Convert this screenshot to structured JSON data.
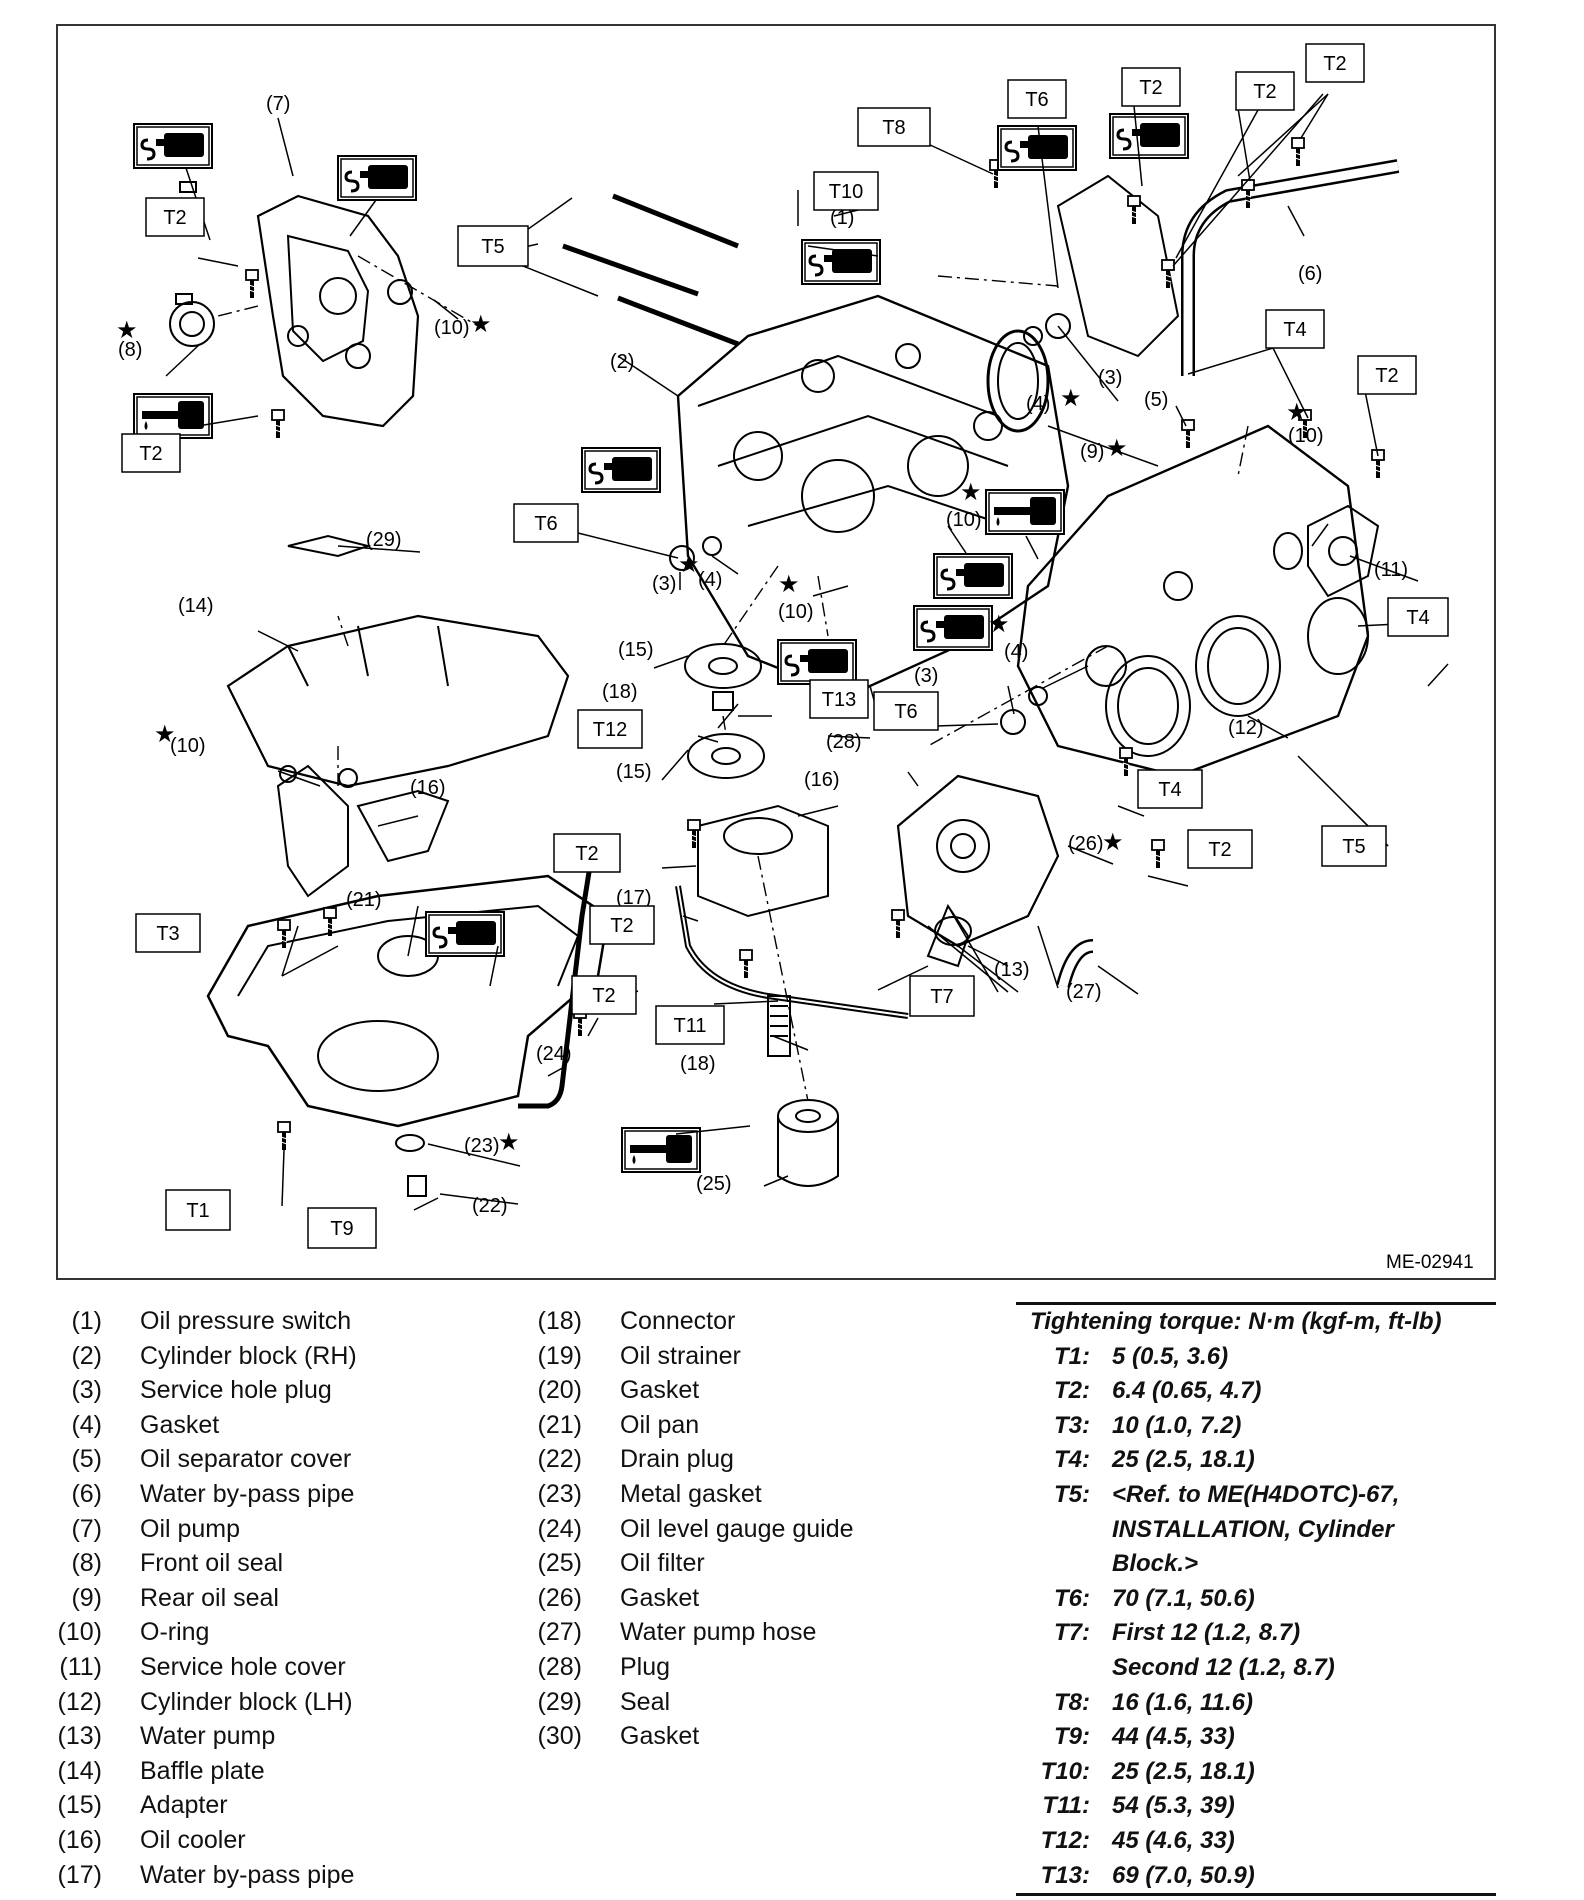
{
  "diagram": {
    "figure_id": "ME-02941",
    "callouts": {
      "p1": "(1)",
      "p2": "(2)",
      "p3a": "(3)",
      "p3b": "(3)",
      "p3c": "(3)",
      "p4a": "(4)",
      "p4b": "(4)",
      "p4c": "(4)",
      "p5": "(5)",
      "p6": "(6)",
      "p7": "(7)",
      "p8": "(8)",
      "p9": "(9)",
      "p10a": "(10)",
      "p10b": "(10)",
      "p10c": "(10)",
      "p10d": "(10)",
      "p10e": "(10)",
      "p11": "(11)",
      "p12": "(12)",
      "p13": "(13)",
      "p14": "(14)",
      "p15a": "(15)",
      "p15b": "(15)",
      "p16a": "(16)",
      "p16b": "(16)",
      "p17": "(17)",
      "p18a": "(18)",
      "p18b": "(18)",
      "p21": "(21)",
      "p22": "(22)",
      "p23": "(23)",
      "p24": "(24)",
      "p25": "(25)",
      "p26": "(26)",
      "p27": "(27)",
      "p28": "(28)",
      "p29": "(29)"
    },
    "torque_boxes": {
      "t1": "T1",
      "t2a": "T2",
      "t2b": "T2",
      "t2c": "T2",
      "t2d": "T2",
      "t2e": "T2",
      "t2f": "T2",
      "t2g": "T2",
      "t2h": "T2",
      "t2i": "T2",
      "t2j": "T2",
      "t3": "T3",
      "t4a": "T4",
      "t4b": "T4",
      "t4c": "T4",
      "t5a": "T5",
      "t5b": "T5",
      "t6a": "T6",
      "t6b": "T6",
      "t6c": "T6",
      "t7": "T7",
      "t8": "T8",
      "t9": "T9",
      "t10": "T10",
      "t11": "T11",
      "t12": "T12",
      "t13": "T13"
    },
    "star": "★"
  },
  "legend": [
    {
      "num": "(1)",
      "name": "Oil pressure switch"
    },
    {
      "num": "(2)",
      "name": "Cylinder block (RH)"
    },
    {
      "num": "(3)",
      "name": "Service hole plug"
    },
    {
      "num": "(4)",
      "name": "Gasket"
    },
    {
      "num": "(5)",
      "name": "Oil separator cover"
    },
    {
      "num": "(6)",
      "name": "Water by-pass pipe"
    },
    {
      "num": "(7)",
      "name": "Oil pump"
    },
    {
      "num": "(8)",
      "name": "Front oil seal"
    },
    {
      "num": "(9)",
      "name": "Rear oil seal"
    },
    {
      "num": "(10)",
      "name": "O-ring"
    },
    {
      "num": "(11)",
      "name": "Service hole cover"
    },
    {
      "num": "(12)",
      "name": "Cylinder block (LH)"
    },
    {
      "num": "(13)",
      "name": "Water pump"
    },
    {
      "num": "(14)",
      "name": "Baffle plate"
    },
    {
      "num": "(15)",
      "name": "Adapter"
    },
    {
      "num": "(16)",
      "name": "Oil cooler"
    },
    {
      "num": "(17)",
      "name": "Water by-pass pipe"
    },
    {
      "num": "(18)",
      "name": "Connector"
    },
    {
      "num": "(19)",
      "name": "Oil strainer"
    },
    {
      "num": "(20)",
      "name": "Gasket"
    },
    {
      "num": "(21)",
      "name": "Oil pan"
    },
    {
      "num": "(22)",
      "name": "Drain plug"
    },
    {
      "num": "(23)",
      "name": "Metal gasket"
    },
    {
      "num": "(24)",
      "name": "Oil level gauge guide"
    },
    {
      "num": "(25)",
      "name": "Oil filter"
    },
    {
      "num": "(26)",
      "name": "Gasket"
    },
    {
      "num": "(27)",
      "name": "Water pump hose"
    },
    {
      "num": "(28)",
      "name": "Plug"
    },
    {
      "num": "(29)",
      "name": "Seal"
    },
    {
      "num": "(30)",
      "name": "Gasket"
    }
  ],
  "torque": {
    "title": "Tightening torque: N·m (kgf-m, ft-lb)",
    "rows": [
      {
        "code": "T1:",
        "value": "5 (0.5, 3.6)"
      },
      {
        "code": "T2:",
        "value": "6.4 (0.65, 4.7)"
      },
      {
        "code": "T3:",
        "value": "10 (1.0, 7.2)"
      },
      {
        "code": "T4:",
        "value": "25 (2.5, 18.1)"
      },
      {
        "code": "T5:",
        "value": "<Ref. to ME(H4DOTC)-67,\nINSTALLATION, Cylinder\nBlock.>"
      },
      {
        "code": "T6:",
        "value": "70 (7.1, 50.6)"
      },
      {
        "code": "T7:",
        "value": "First 12 (1.2, 8.7)\nSecond 12 (1.2, 8.7)"
      },
      {
        "code": "T8:",
        "value": "16 (1.6, 11.6)"
      },
      {
        "code": "T9:",
        "value": "44 (4.5, 33)"
      },
      {
        "code": "T10:",
        "value": "25 (2.5, 18.1)"
      },
      {
        "code": "T11:",
        "value": "54 (5.3, 39)"
      },
      {
        "code": "T12:",
        "value": "45 (4.6, 33)"
      },
      {
        "code": "T13:",
        "value": "69 (7.0, 50.9)"
      }
    ]
  }
}
